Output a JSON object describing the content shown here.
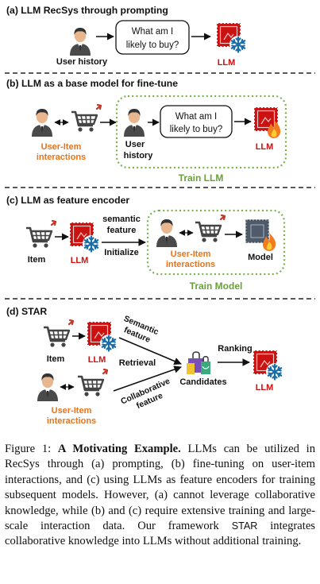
{
  "panels": {
    "a": {
      "title": "(a) LLM RecSys through prompting",
      "speech": [
        "What am I",
        "likely to buy?"
      ],
      "user_label": "User history",
      "llm_label": "LLM"
    },
    "b": {
      "title": "(b) LLM as a base model for fine-tune",
      "interactions_label": [
        "User-Item",
        "interactions"
      ],
      "speech": [
        "What am I",
        "likely to buy?"
      ],
      "user_label": [
        "User",
        "history"
      ],
      "llm_label": "LLM",
      "group_label": "Train LLM"
    },
    "c": {
      "title": "(c) LLM as feature encoder",
      "item_label": "Item",
      "llm_label": "LLM",
      "arrow_top": [
        "semantic",
        "feature"
      ],
      "arrow_bottom": "Initialize",
      "interactions_label": [
        "User-Item",
        "interactions"
      ],
      "model_label": "Model",
      "group_label": "Train Model"
    },
    "d": {
      "title": "(d) STAR",
      "item_label": "Item",
      "llm_label": "LLM",
      "semantic_label": [
        "Semantic",
        "feature"
      ],
      "retrieval_label": "Retrieval",
      "collab_label": [
        "Collaborative",
        "feature"
      ],
      "interactions_label": [
        "User-Item",
        "interactions"
      ],
      "candidates_label": "Candidates",
      "ranking_label": "Ranking",
      "llm2_label": "LLM"
    }
  },
  "caption": {
    "prefix": "Figure 1: ",
    "bold": "A Motivating Example.",
    "text1": " LLMs can be utilized in RecSys through (a) prompting, (b) fine-tuning on user-item interactions, and (c) using LLMs as feature encoders for training subsequent models. However, (a) cannot leverage collaborative knowledge, while (b) and (c) require extensive training and large-scale interaction data. Our framework ",
    "star": "STAR",
    "text2": " integrates collaborative knowledge into LLMs without additional training."
  },
  "colors": {
    "llm_red": "#cc1111",
    "orange_text": "#e8741c",
    "green_text": "#6aa03a",
    "green_border": "#77b24a",
    "snowflake": "#1a6ea8"
  }
}
